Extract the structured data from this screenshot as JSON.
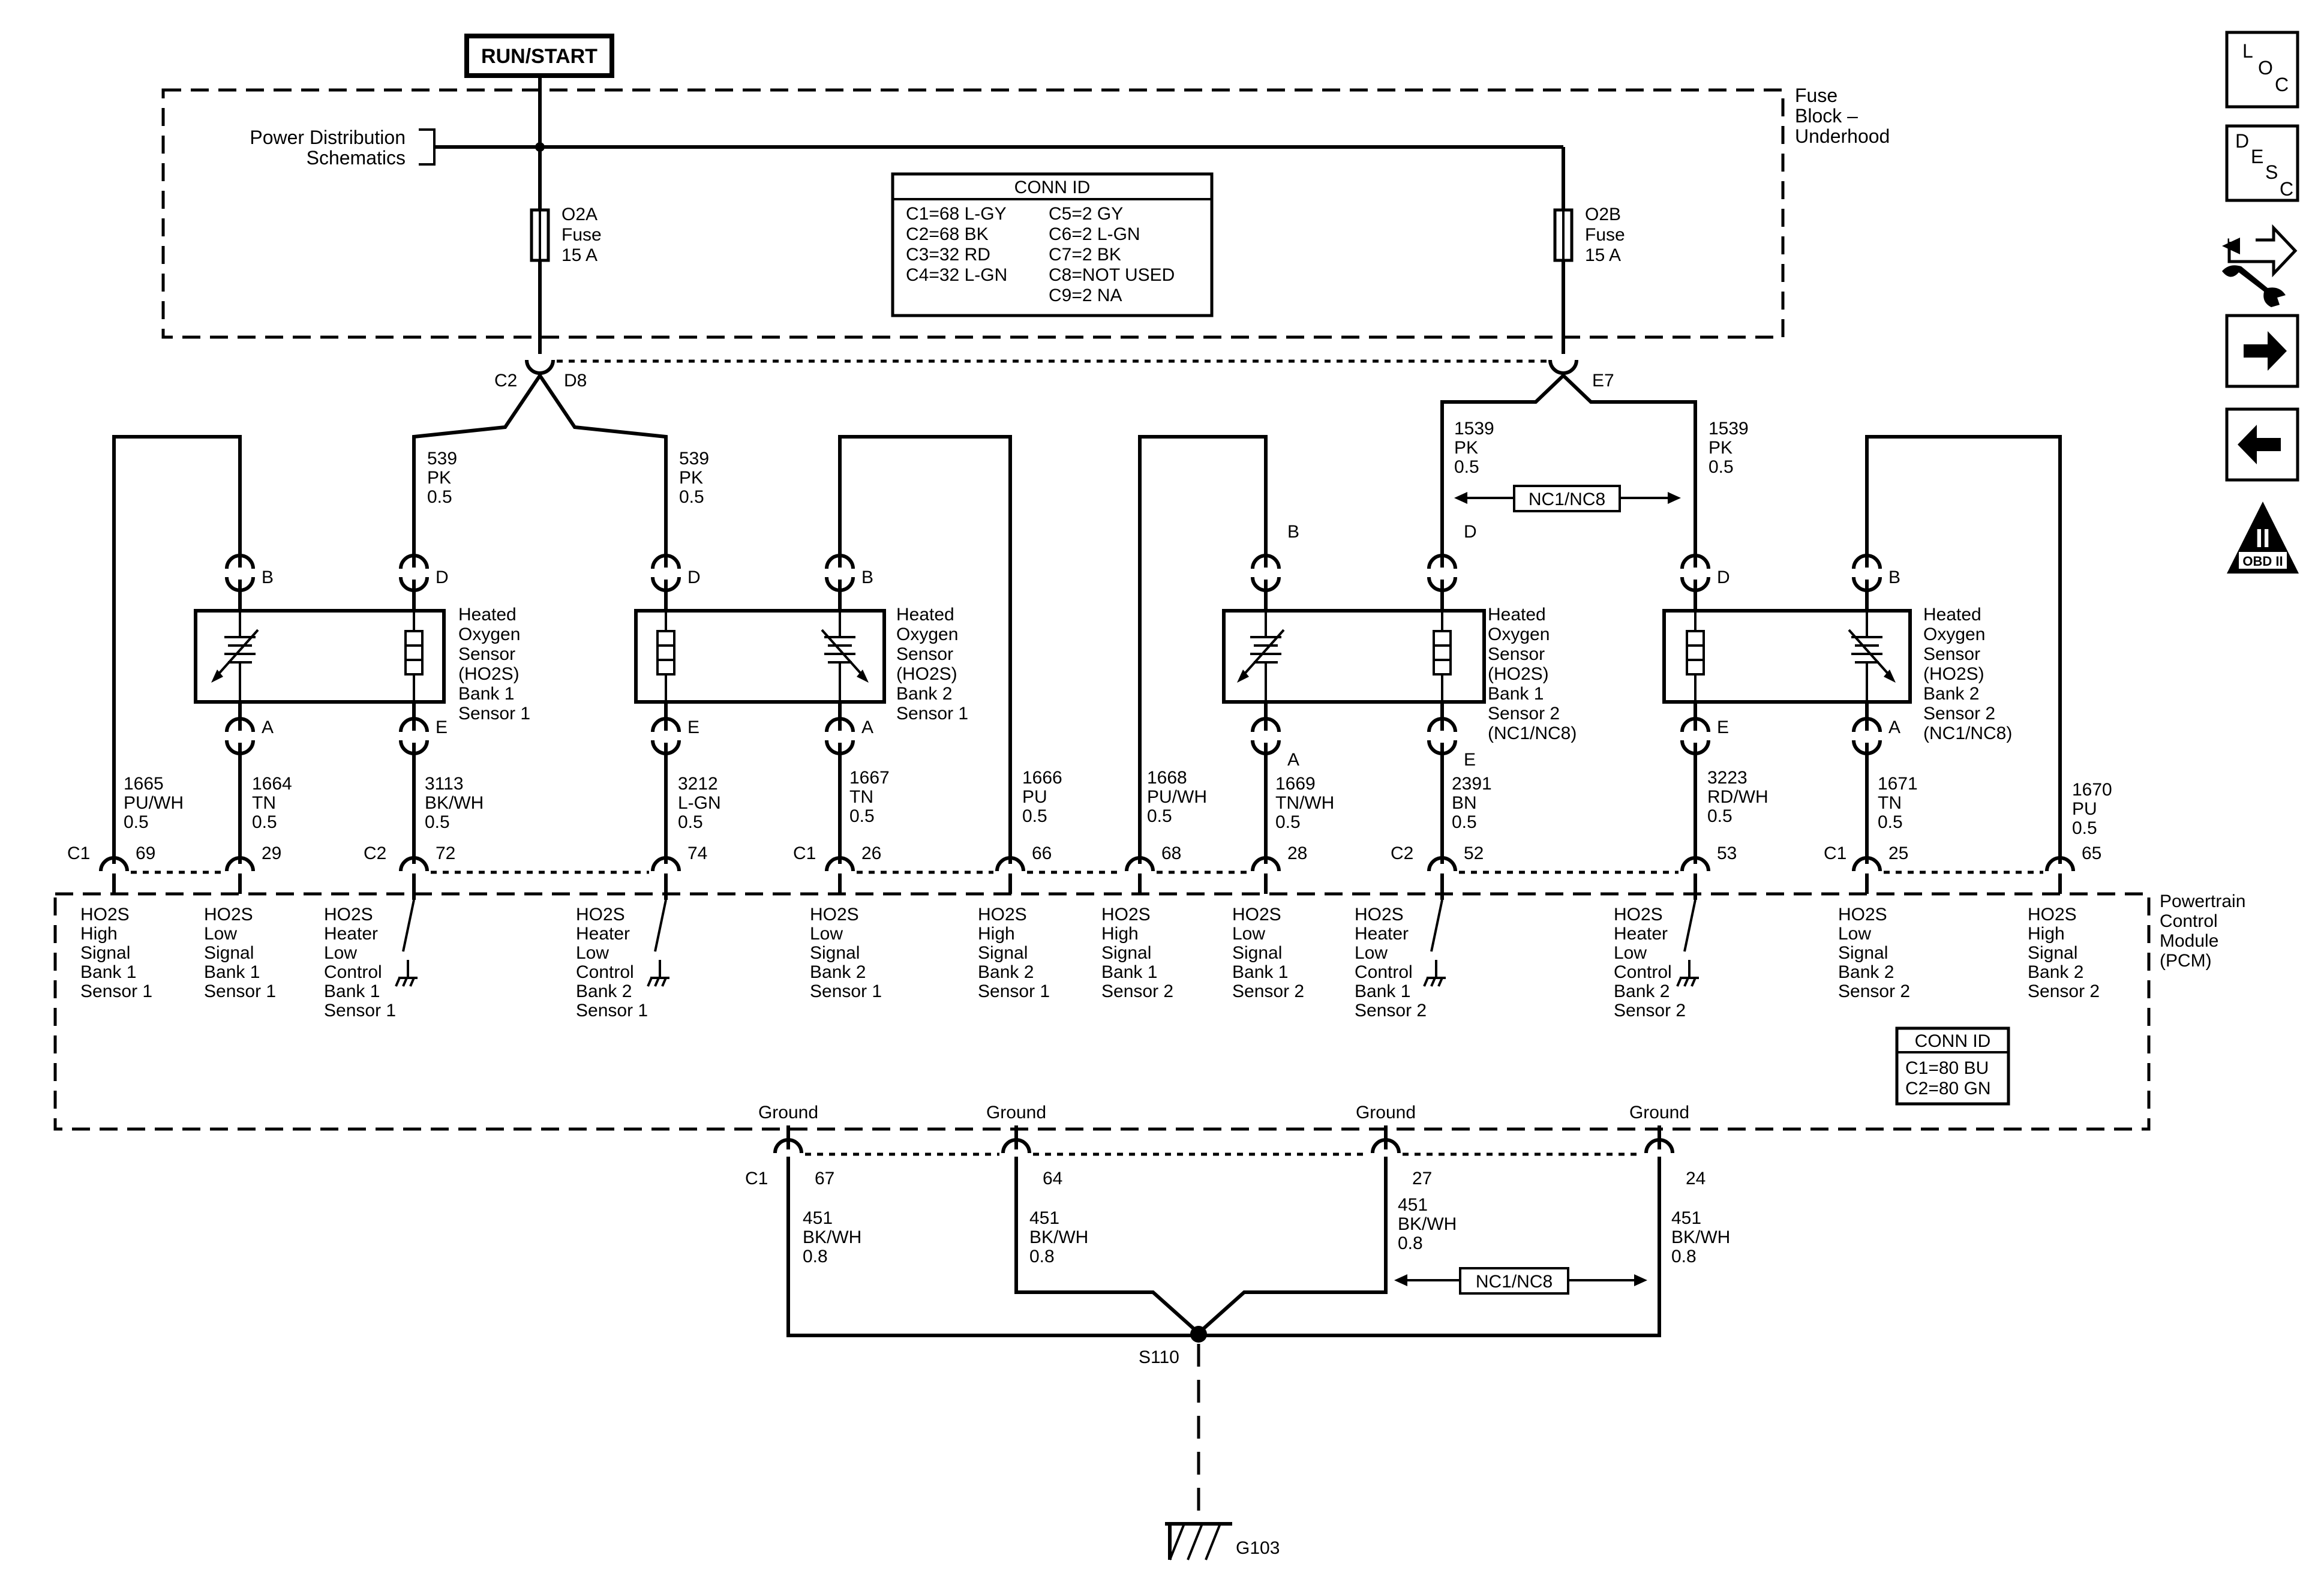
{
  "run_start": "RUN/START",
  "fuse_block": {
    "label_lines": [
      "Fuse",
      "Block –",
      "Underhood"
    ],
    "power_dist_lines": [
      "Power Distribution",
      "Schematics"
    ],
    "fuse_a_lines": [
      "O2A",
      "Fuse",
      "15 A"
    ],
    "fuse_b_lines": [
      "O2B",
      "Fuse",
      "15 A"
    ],
    "conn_id": {
      "title": "CONN ID",
      "col1": [
        "C1=68 L-GY",
        "C2=68 BK",
        "C3=32 RD",
        "C4=32 L-GN"
      ],
      "col2": [
        "C5=2 GY",
        "C6=2 L-GN",
        "C7=2 BK",
        "C8=NOT USED",
        "C9=2 NA"
      ]
    }
  },
  "connectors_top": {
    "c2": "C2",
    "d8": "D8",
    "e7": "E7"
  },
  "power_wires": {
    "w539": [
      "539",
      "PK",
      "0.5"
    ],
    "w1539": [
      "1539",
      "PK",
      "0.5"
    ]
  },
  "nc_label": "NC1/NC8",
  "sensor_titles": {
    "b1s1": [
      "Heated",
      "Oxygen",
      "Sensor",
      "(HO2S)",
      "Bank 1",
      "Sensor 1"
    ],
    "b2s1": [
      "Heated",
      "Oxygen",
      "Sensor",
      "(HO2S)",
      "Bank 2",
      "Sensor 1"
    ],
    "b1s2": [
      "Heated",
      "Oxygen",
      "Sensor",
      "(HO2S)",
      "Bank 1",
      "Sensor 2",
      "(NC1/NC8)"
    ],
    "b2s2": [
      "Heated",
      "Oxygen",
      "Sensor",
      "(HO2S)",
      "Bank 2",
      "Sensor 2",
      "(NC1/NC8)"
    ]
  },
  "pins": {
    "a": "A",
    "b": "B",
    "d": "D",
    "e": "E"
  },
  "signal_wires": [
    [
      "1665",
      "PU/WH",
      "0.5"
    ],
    [
      "1664",
      "TN",
      "0.5"
    ],
    [
      "3113",
      "BK/WH",
      "0.5"
    ],
    [
      "3212",
      "L-GN",
      "0.5"
    ],
    [
      "1667",
      "TN",
      "0.5"
    ],
    [
      "1666",
      "PU",
      "0.5"
    ],
    [
      "1668",
      "PU/WH",
      "0.5"
    ],
    [
      "1669",
      "TN/WH",
      "0.5"
    ],
    [
      "2391",
      "BN",
      "0.5"
    ],
    [
      "3223",
      "RD/WH",
      "0.5"
    ],
    [
      "1671",
      "TN",
      "0.5"
    ],
    [
      "1670",
      "PU",
      "0.5"
    ]
  ],
  "pcm_connectors": [
    "C1",
    "C2",
    "C1",
    "C2",
    "C1"
  ],
  "pcm_pins": [
    "69",
    "29",
    "72",
    "74",
    "26",
    "66",
    "68",
    "28",
    "52",
    "53",
    "25",
    "65"
  ],
  "pcm": {
    "label_lines": [
      "Powertrain",
      "Control",
      "Module",
      "(PCM)"
    ],
    "conn_id": {
      "title": "CONN ID",
      "lines": [
        "C1=80 BU",
        "C2=80 GN"
      ]
    },
    "circuits": [
      [
        "HO2S",
        "High",
        "Signal",
        "Bank 1",
        "Sensor 1"
      ],
      [
        "HO2S",
        "Low",
        "Signal",
        "Bank 1",
        "Sensor 1"
      ],
      [
        "HO2S",
        "Heater",
        "Low",
        "Control",
        "Bank 1",
        "Sensor 1"
      ],
      [
        "HO2S",
        "Heater",
        "Low",
        "Control",
        "Bank 2",
        "Sensor 1"
      ],
      [
        "HO2S",
        "Low",
        "Signal",
        "Bank 2",
        "Sensor 1"
      ],
      [
        "HO2S",
        "High",
        "Signal",
        "Bank 2",
        "Sensor 1"
      ],
      [
        "HO2S",
        "High",
        "Signal",
        "Bank 1",
        "Sensor 2"
      ],
      [
        "HO2S",
        "Low",
        "Signal",
        "Bank 1",
        "Sensor 2"
      ],
      [
        "HO2S",
        "Heater",
        "Low",
        "Control",
        "Bank 1",
        "Sensor 2"
      ],
      [
        "HO2S",
        "Heater",
        "Low",
        "Control",
        "Bank 2",
        "Sensor 2"
      ],
      [
        "HO2S",
        "Low",
        "Signal",
        "Bank 2",
        "Sensor 2"
      ],
      [
        "HO2S",
        "High",
        "Signal",
        "Bank 2",
        "Sensor 2"
      ]
    ],
    "ground_label": "Ground",
    "ground_conn": "C1",
    "ground_pins": [
      "67",
      "64",
      "27",
      "24"
    ]
  },
  "ground_wire": [
    "451",
    "BK/WH",
    "0.8"
  ],
  "splice": "S110",
  "ground_point": "G103",
  "icons": [
    {
      "name": "location-icon",
      "glyph": "LOC"
    },
    {
      "name": "description-icon",
      "glyph": "DESC"
    },
    {
      "name": "troubleshooting-icon",
      "glyph": "wrench"
    },
    {
      "name": "next-page-icon",
      "glyph": "arrow-right"
    },
    {
      "name": "previous-page-icon",
      "glyph": "arrow-left"
    },
    {
      "name": "obd-ii-icon",
      "glyph": "OBD II"
    }
  ],
  "icon_text": {
    "obd": "OBD II",
    "roman": "II"
  }
}
